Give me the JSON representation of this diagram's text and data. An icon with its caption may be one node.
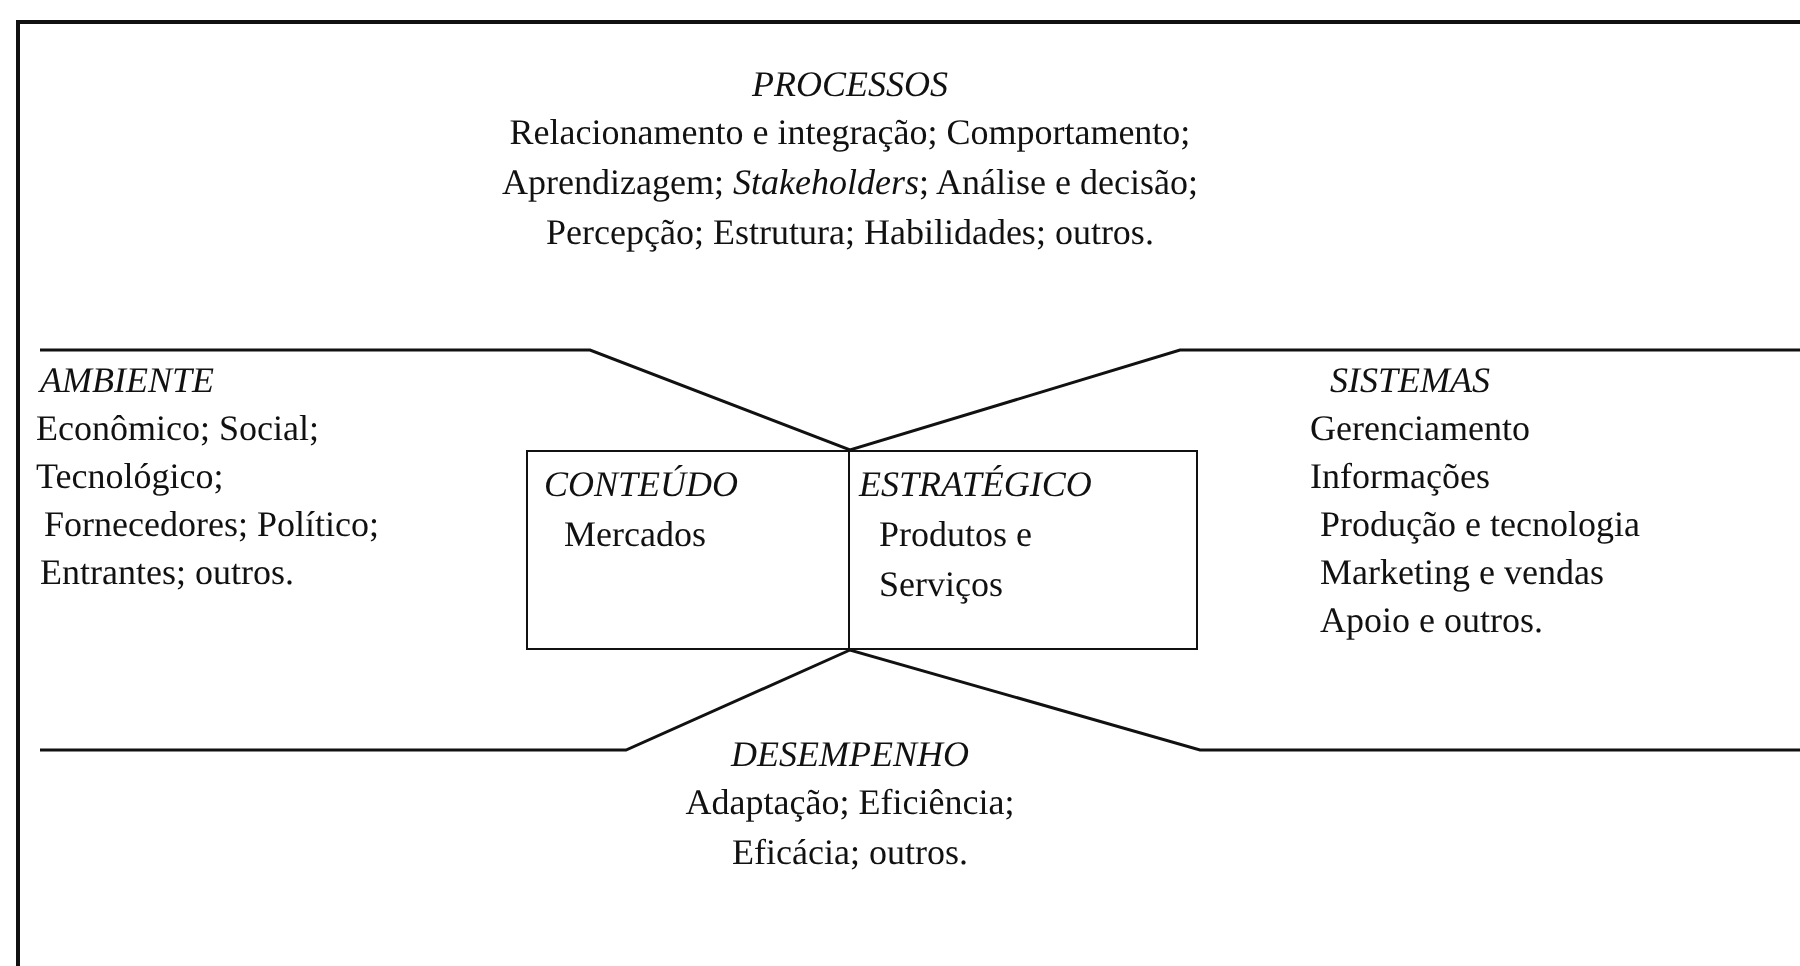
{
  "diagram": {
    "nodes": [
      {
        "text": [
          "CONTEÚDO",
          "Mercados"
        ]
      },
      {
        "text": [
          "ESTRATÉGICO",
          "Produtos e Serviços"
        ]
      }
    ],
    "labels": [
      "PROCESSOS",
      "Relacionamento e integração; Comportamento; Aprendizagem; *Stakeholders*; Análise e decisão; Percepção; Estrutura; Habilidades; outros.",
      "AMBIENTE",
      "Econômico; Social;",
      "Tecnológico;",
      "Fornecedores; Político;",
      "Entrantes; outros.",
      "SISTEMAS",
      "Gerenciamento",
      "Informações",
      "Produção e tecnologia",
      "Marketing e vendas",
      "Apoio e outros.",
      "DESEMPENHO",
      "Adaptação; Eficiência; Eficácia; outros."
    ]
  }
}
